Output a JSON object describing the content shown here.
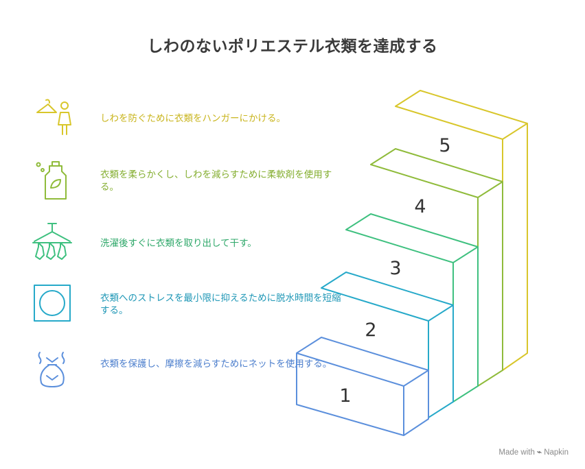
{
  "title": "しわのないポリエステル衣類を達成する",
  "steps": [
    {
      "number": "1",
      "text": "衣類を保護し、摩擦を減らすためにネットを使用する。",
      "color": "#5b8fdc",
      "icon": "laundry-bag-icon"
    },
    {
      "number": "2",
      "text": "衣類へのストレスを最小限に抑えるために脱水時間を短縮する。",
      "color": "#26a9c9",
      "icon": "washing-drum-icon"
    },
    {
      "number": "3",
      "text": "洗濯後すぐに衣類を取り出して干す。",
      "color": "#3ec07f",
      "icon": "drying-rack-icon"
    },
    {
      "number": "4",
      "text": "衣類を柔らかくし、しわを減らすために柔軟剤を使用する。",
      "color": "#8fbb3a",
      "icon": "softener-bottle-icon"
    },
    {
      "number": "5",
      "text": "しわを防ぐために衣類をハンガーにかける。",
      "color": "#d8c62a",
      "icon": "hanger-person-icon"
    }
  ],
  "footer": {
    "made_with": "Made with",
    "brand": "Napkin",
    "brand_icon": "napkin-bolt-icon"
  }
}
